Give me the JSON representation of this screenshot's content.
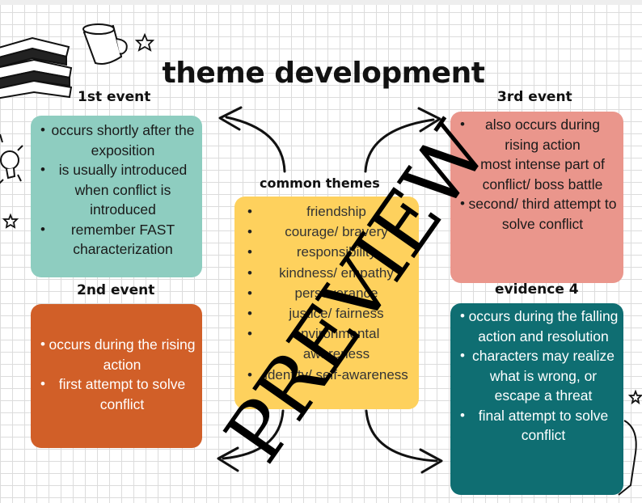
{
  "title": "theme development",
  "events": {
    "first": {
      "heading": "1st event",
      "items": [
        "occurs shortly after the exposition",
        "is usually introduced when conflict is introduced",
        "remember FAST characterization"
      ]
    },
    "second": {
      "heading": "2nd event",
      "items": [
        "occurs during the rising action",
        "first attempt to solve conflict"
      ]
    },
    "third": {
      "heading": "3rd event",
      "items": [
        "also occurs during rising action",
        "most intense part of conflict/ boss battle",
        "second/ third attempt to solve conflict"
      ]
    },
    "fourth": {
      "heading": "evidence 4",
      "items": [
        "occurs during the falling action and resolution",
        "characters may realize what is wrong, or escape a threat",
        "final attempt to solve conflict"
      ]
    }
  },
  "common_themes": {
    "heading": "common themes",
    "items": [
      "friendship",
      "courage/ bravery",
      "responsibility",
      "kindness/ empathy",
      "perseverance",
      "justice/ fairness",
      "environmental awareness",
      "identity/ self-awareness"
    ]
  },
  "watermark": "PREVIEW",
  "colors": {
    "first": "#8ecdc0",
    "second": "#d15f28",
    "third": "#ea968c",
    "fourth": "#0f6e72",
    "center": "#fed15d"
  }
}
